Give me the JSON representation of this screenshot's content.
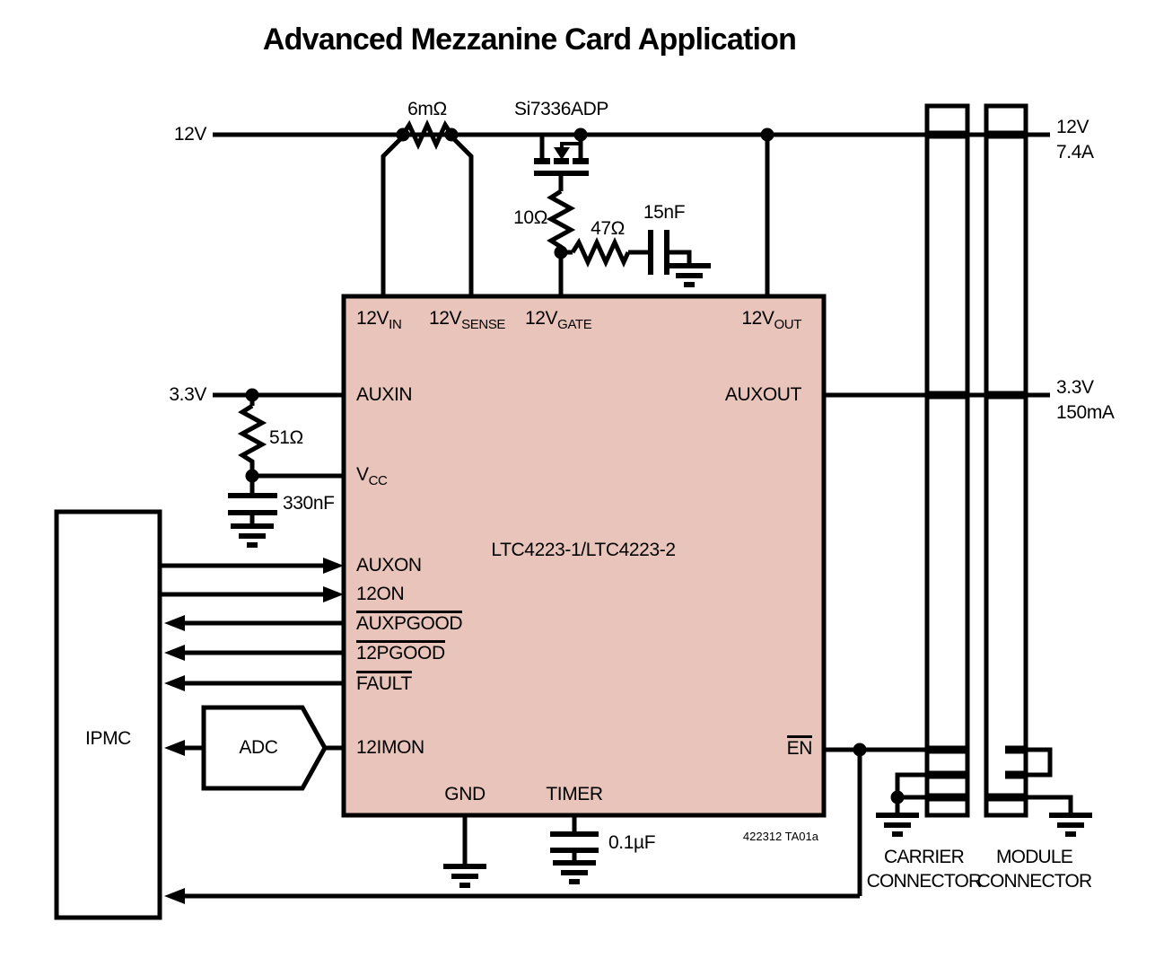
{
  "title": "Advanced Mezzanine Card Application",
  "ic": {
    "name": "LTC4223-1/LTC4223-2",
    "pins": {
      "vin": {
        "main": "12V",
        "sub": "IN"
      },
      "vsense": {
        "main": "12V",
        "sub": "SENSE"
      },
      "vgate": {
        "main": "12V",
        "sub": "GATE"
      },
      "vout": {
        "main": "12V",
        "sub": "OUT"
      },
      "auxin": "AUXIN",
      "vcc": {
        "main": "V",
        "sub": "CC"
      },
      "auxon": "AUXON",
      "on12": "12ON",
      "auxpgood": "AUXPGOOD",
      "pgood12": "12PGOOD",
      "fault": "FAULT",
      "imon12": "12IMON",
      "gnd": "GND",
      "timer": "TIMER",
      "auxout": "AUXOUT",
      "en": "EN"
    }
  },
  "components": {
    "sense_resistor": "6mΩ",
    "mosfet": "Si7336ADP",
    "gate_resistor": "10Ω",
    "filter_resistor": "47Ω",
    "filter_cap": "15nF",
    "aux_resistor": "51Ω",
    "vcc_cap": "330nF",
    "timer_cap": "0.1µF"
  },
  "blocks": {
    "ipmc": "IPMC",
    "adc": "ADC"
  },
  "rails": {
    "in12": "12V",
    "in33": "3.3V",
    "out12_v": "12V",
    "out12_i": "7.4A",
    "out33_v": "3.3V",
    "out33_i": "150mA"
  },
  "connectors": {
    "carrier_line1": "CARRIER",
    "carrier_line2": "CONNECTOR",
    "module_line1": "MODULE",
    "module_line2": "CONNECTOR"
  },
  "note": "422312 TA01a",
  "colors": {
    "ic_fill": "#E8C4BA",
    "line": "#000000"
  }
}
